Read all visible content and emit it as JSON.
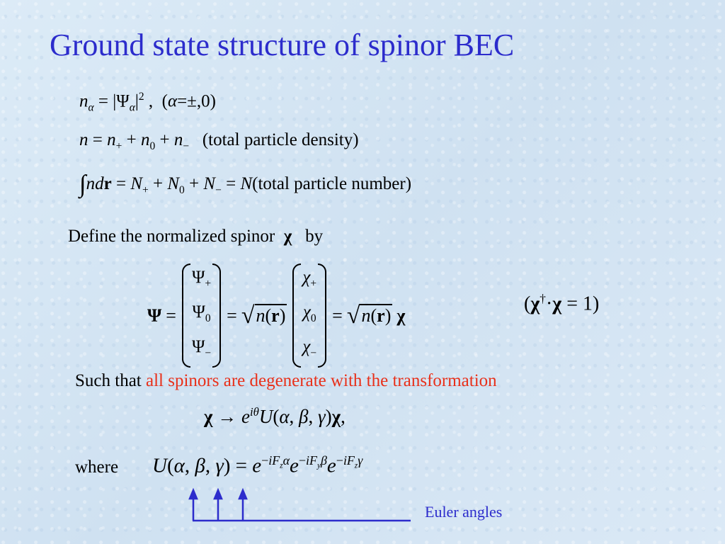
{
  "slide": {
    "title": "Ground state structure of spinor BEC",
    "line3_label": "(total particle number)",
    "line2_label": "(total particle density)",
    "define_text": "Define the normalized spinor",
    "by_text": "by",
    "such_that_prefix": "Such that",
    "such_that_highlight": "all spinors are degenerate with the transformation",
    "where_text": "where",
    "euler_label": "Euler angles"
  },
  "colors": {
    "title": "#2c2ccc",
    "highlight": "#e8301a",
    "arrow": "#2c2ccc",
    "background": "#d6e6f4"
  }
}
